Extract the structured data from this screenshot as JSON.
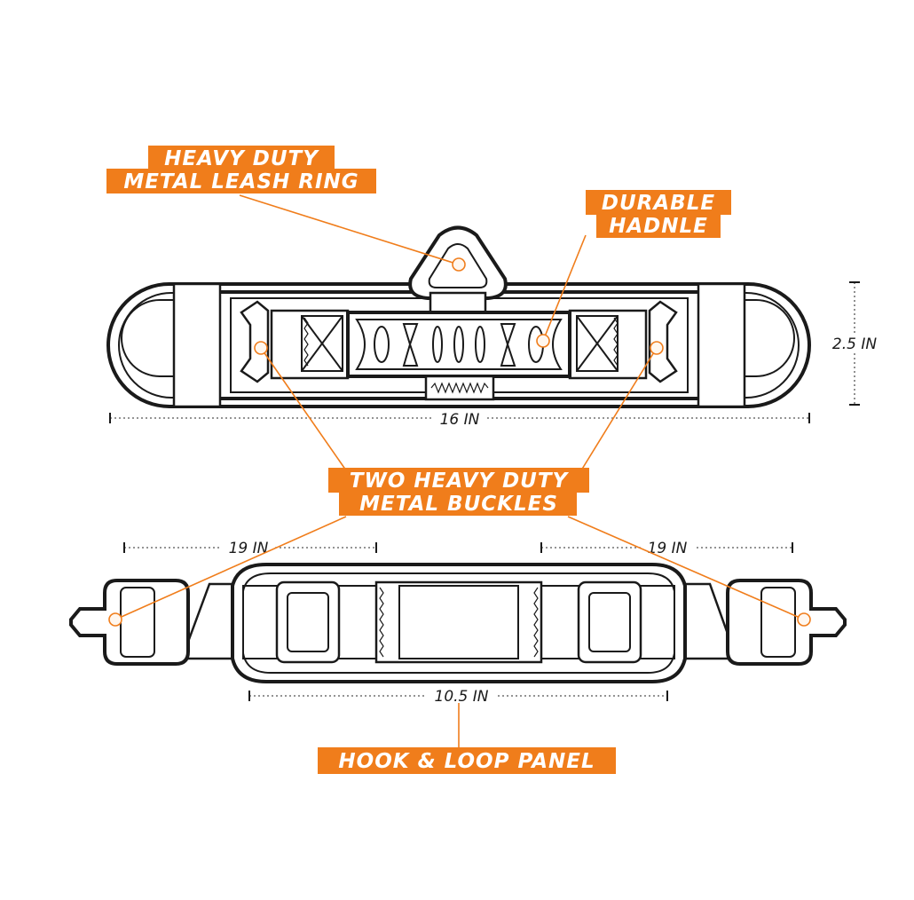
{
  "callouts": {
    "leash_ring": [
      "HEAVY DUTY",
      "METAL LEASH RING"
    ],
    "handle": [
      "DURABLE",
      "HADNLE"
    ],
    "buckles": [
      "TWO HEAVY DUTY",
      "METAL BUCKLES"
    ],
    "hook_loop": [
      "HOOK & LOOP PANEL"
    ]
  },
  "dimensions": {
    "top_length": "16 IN",
    "top_height": "2.5 IN",
    "strap_left": "19 IN",
    "strap_right": "19 IN",
    "bottom_length": "10.5 IN"
  },
  "colors": {
    "accent": "#f07d1b",
    "outline": "#1a1a1a",
    "background": "#ffffff"
  }
}
